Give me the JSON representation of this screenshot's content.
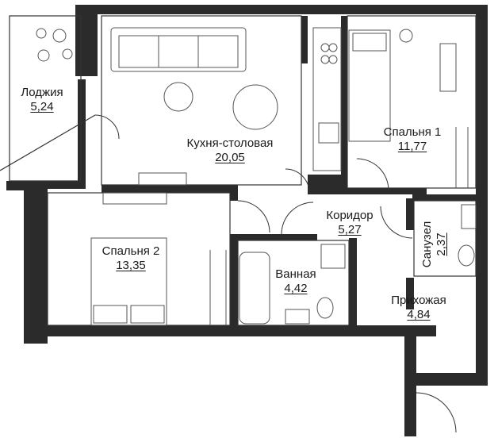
{
  "rooms": {
    "loggia": {
      "name": "Лоджия",
      "area": "5,24"
    },
    "kitchen": {
      "name": "Кухня-столовая",
      "area": "20,05"
    },
    "bedroom1": {
      "name": "Спальня 1",
      "area": "11,77"
    },
    "corridor": {
      "name": "Коридор",
      "area": "5,27"
    },
    "bedroom2": {
      "name": "Спальня 2",
      "area": "13,35"
    },
    "bathroom": {
      "name": "Ванная",
      "area": "4,42"
    },
    "wc": {
      "name": "Санузел",
      "area": "2,37"
    },
    "hallway": {
      "name": "Прихожая",
      "area": "4,84"
    }
  },
  "colors": {
    "wall": "#2b2b2b",
    "line": "#333333",
    "furniture": "#555555"
  }
}
